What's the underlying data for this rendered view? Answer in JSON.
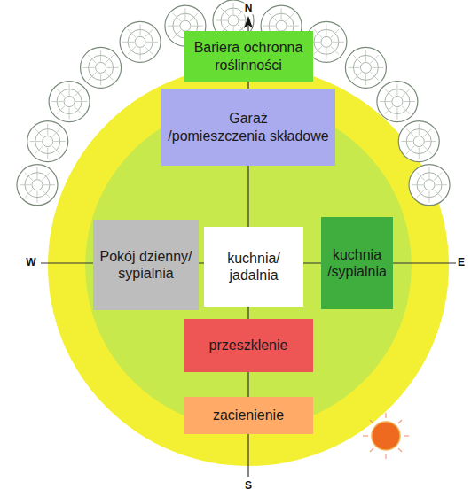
{
  "diagram": {
    "nodes": [
      {
        "text": [
          "Bariera ochronna roślinności"
        ]
      },
      {
        "text": [
          "Garaż /pomieszczenia składowe"
        ]
      },
      {
        "text": [
          "Pokój dzienny/ sypialnia"
        ]
      },
      {
        "text": [
          "kuchnia/ jadalnia"
        ]
      },
      {
        "text": [
          "kuchnia /sypialnia"
        ]
      },
      {
        "text": [
          "przeszklenie"
        ]
      },
      {
        "text": [
          "zacienienie"
        ]
      }
    ],
    "labels": [
      "N",
      "W",
      "E",
      "S"
    ]
  }
}
